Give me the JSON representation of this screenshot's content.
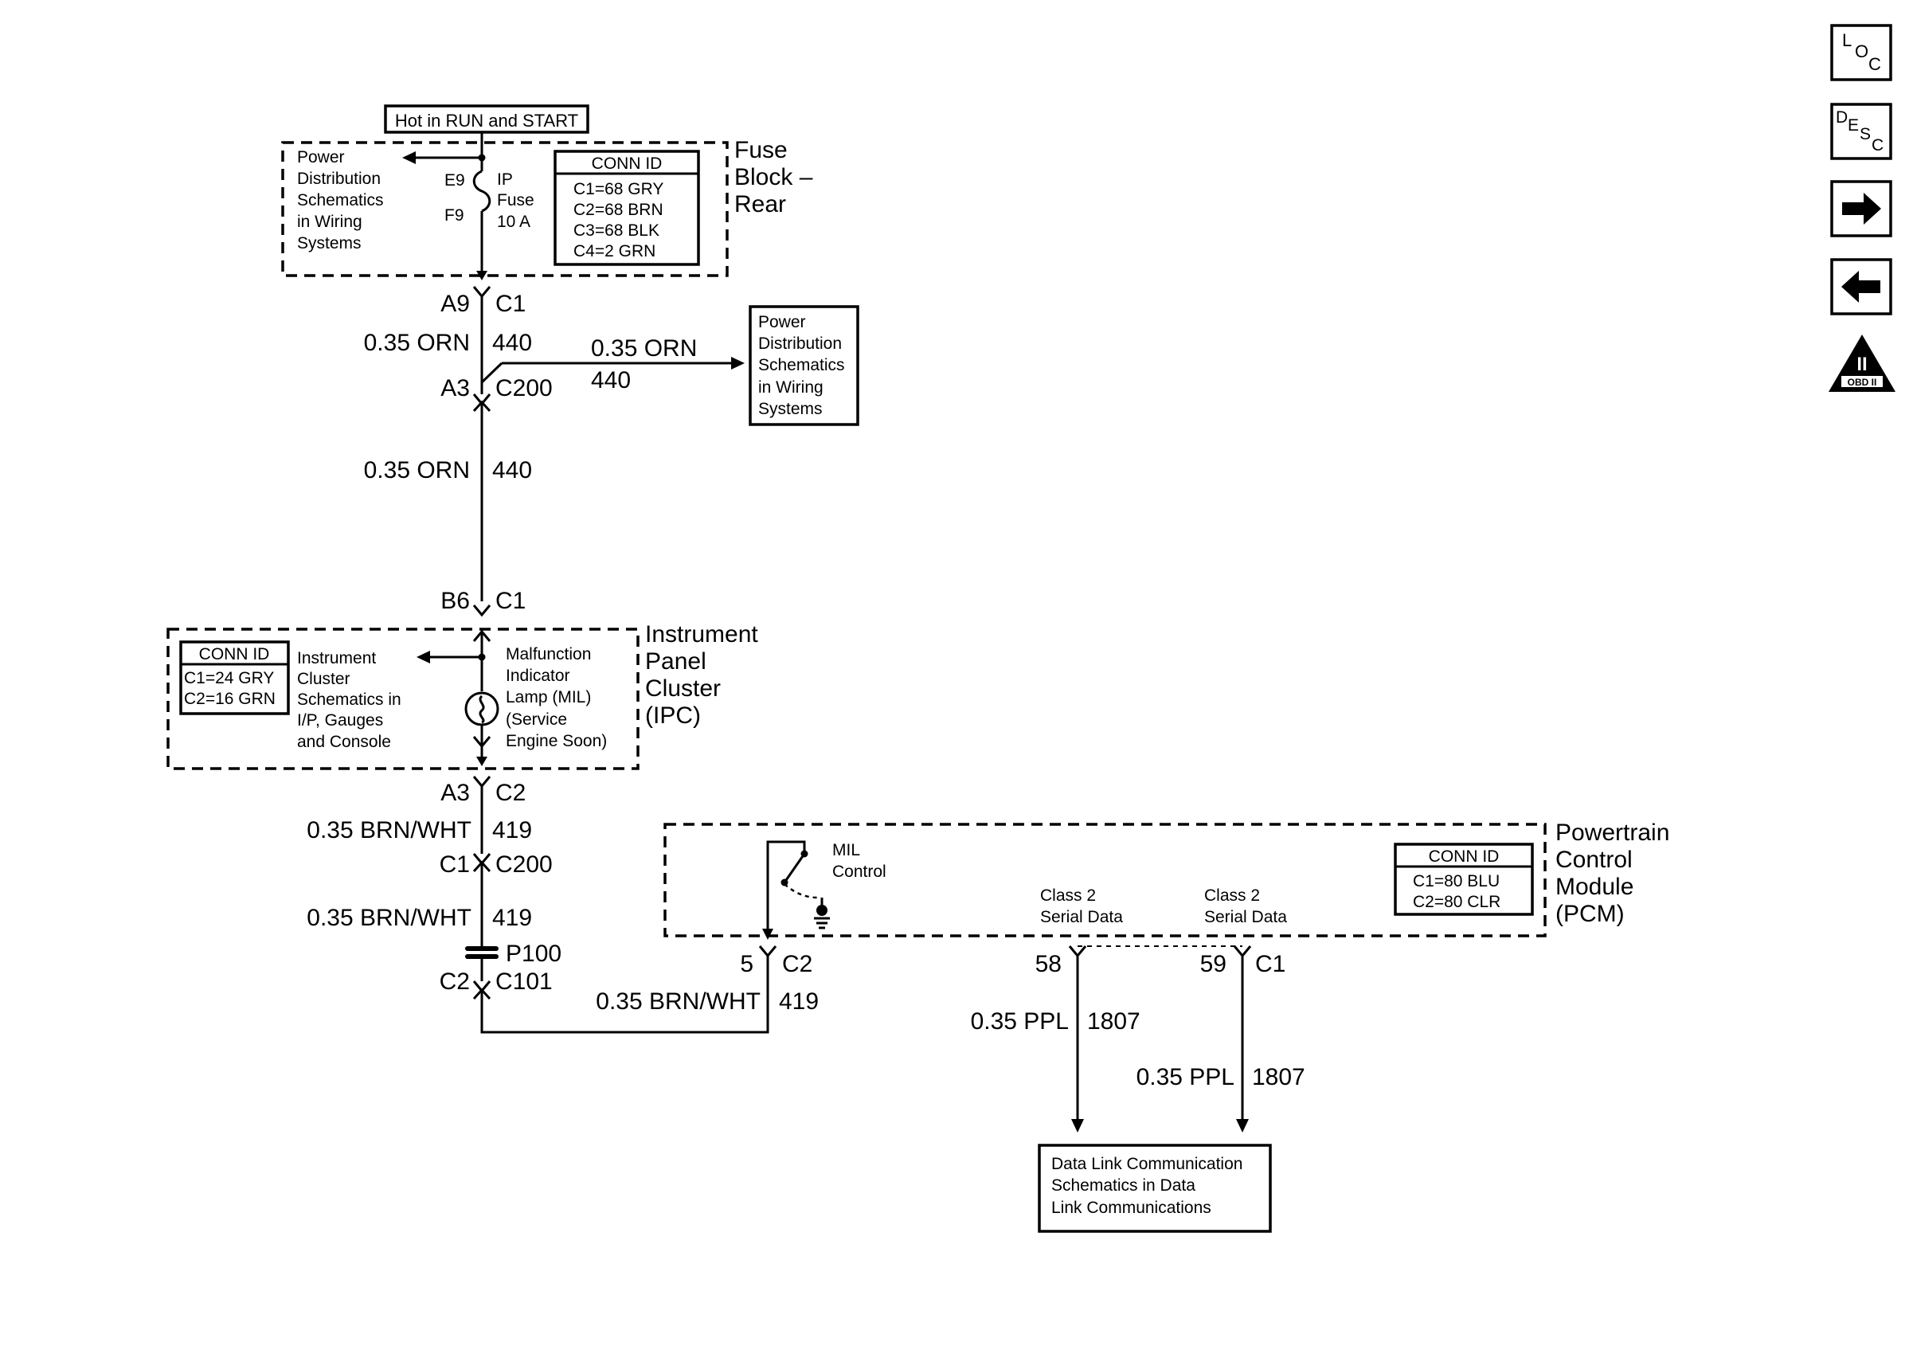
{
  "labels": {
    "hot_run_start": "Hot in RUN and START",
    "fuse_block_1": "Fuse",
    "fuse_block_2": "Block –",
    "fuse_block_3": "Rear",
    "power_dist_1": "Power",
    "power_dist_2": "Distribution",
    "power_dist_3": "Schematics",
    "power_dist_4": "in Wiring",
    "power_dist_5": "Systems",
    "e9": "E9",
    "f9": "F9",
    "ip_fuse_1": "IP",
    "ip_fuse_2": "Fuse",
    "ip_fuse_3": "10 A",
    "conn_id": "CONN ID",
    "fuse_c1": "C1=68 GRY",
    "fuse_c2": "C2=68 BRN",
    "fuse_c3": "C3=68 BLK",
    "fuse_c4": "C4=2 GRN",
    "a9": "A9",
    "c1": "C1",
    "orn_035": "0.35 ORN",
    "ckt_440": "440",
    "a3": "A3",
    "c200": "C200",
    "b6": "B6",
    "ipc_1": "Instrument",
    "ipc_2": "Panel",
    "ipc_3": "Cluster",
    "ipc_4": "(IPC)",
    "ipc_c1": "C1=24 GRY",
    "ipc_c2": "C2=16 GRN",
    "ic_sch_1": "Instrument",
    "ic_sch_2": "Cluster",
    "ic_sch_3": "Schematics in",
    "ic_sch_4": "I/P, Gauges",
    "ic_sch_5": "and Console",
    "mil_1": "Malfunction",
    "mil_2": "Indicator",
    "mil_3": "Lamp (MIL)",
    "mil_4": "(Service",
    "mil_5": "Engine Soon)",
    "c2": "C2",
    "brnwht_035": "0.35 BRN/WHT",
    "ckt_419": "419",
    "p100": "P100",
    "c101": "C101",
    "pin5": "5",
    "pcm_1": "Powertrain",
    "pcm_2": "Control",
    "pcm_3": "Module",
    "pcm_4": "(PCM)",
    "pcm_c1": "C1=80 BLU",
    "pcm_c2": "C2=80 CLR",
    "mil_ctrl_1": "MIL",
    "mil_ctrl_2": "Control",
    "class2_1": "Class 2",
    "class2_2": "Serial Data",
    "pin58": "58",
    "pin59": "59",
    "ppl_035": "0.35 PPL",
    "ckt_1807": "1807",
    "dlc_1": "Data Link Communication",
    "dlc_2": "Schematics in Data",
    "dlc_3": "Link Communications",
    "nav_loc_l": "L",
    "nav_loc_o": "O",
    "nav_loc_c": "C",
    "nav_desc_d": "D",
    "nav_desc_e": "E",
    "nav_desc_s": "S",
    "nav_desc_c": "C",
    "obd_ii": "II",
    "obd_label": "OBD II"
  },
  "icons": {
    "next": "arrow-right-icon",
    "prev": "arrow-left-icon",
    "obd": "obd-ii-triangle-icon"
  }
}
